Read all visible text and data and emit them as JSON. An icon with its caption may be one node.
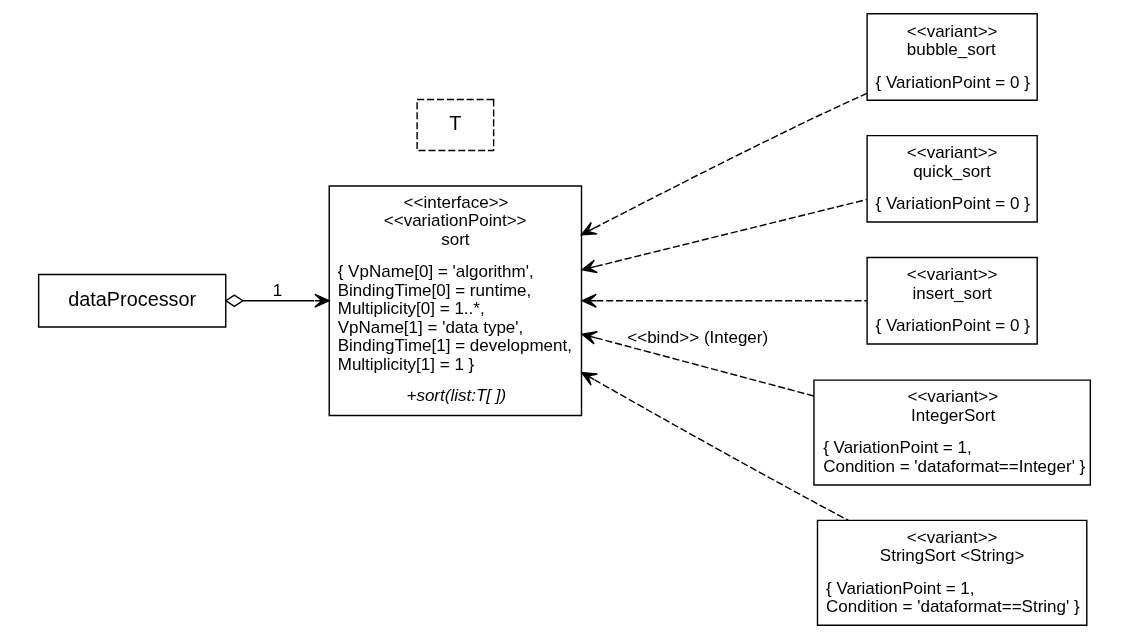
{
  "diagram": {
    "nodes": [
      {
        "text": [
          "dataProcessor"
        ]
      },
      {
        "text": [
          "<<interface>>",
          "<<variationPoint>>",
          "sort",
          "{ VpName[0] = 'algorithm', BindingTime[0] = runtime, Multiplicity[0] = 1..*, VpName[1] = 'data type', BindingTime[1] = development, Multiplicity[1] = 1 }",
          "+sort(list:T[ ])"
        ]
      },
      {
        "text": [
          "T"
        ]
      },
      {
        "text": [
          "<<variant>>",
          "bubble_sort",
          "{ VariationPoint = 0 }"
        ]
      },
      {
        "text": [
          "<<variant>>",
          "quick_sort",
          "{ VariationPoint = 0 }"
        ]
      },
      {
        "text": [
          "<<variant>>",
          "insert_sort",
          "{ VariationPoint = 0 }"
        ]
      },
      {
        "text": [
          "<<variant>>",
          "IntegerSort",
          "{ VariationPoint = 1, Condition = 'dataformat==Integer' }"
        ]
      },
      {
        "text": [
          "<<variant>>",
          "StringSort <String>",
          "{ VariationPoint = 1, Condition = 'dataformat==String' }"
        ]
      }
    ],
    "edges": [
      {
        "from": 0,
        "to": 1,
        "arrow": "to",
        "label": "1"
      },
      {
        "from": 3,
        "to": 1,
        "arrow": "to",
        "style": "dashed"
      },
      {
        "from": 4,
        "to": 1,
        "arrow": "to",
        "style": "dashed"
      },
      {
        "from": 5,
        "to": 1,
        "arrow": "to",
        "style": "dashed"
      },
      {
        "from": 6,
        "to": 1,
        "arrow": "to",
        "style": "dashed",
        "label": "<<bind>> (Integer)"
      },
      {
        "from": 7,
        "to": 1,
        "arrow": "to",
        "style": "dashed"
      }
    ]
  }
}
